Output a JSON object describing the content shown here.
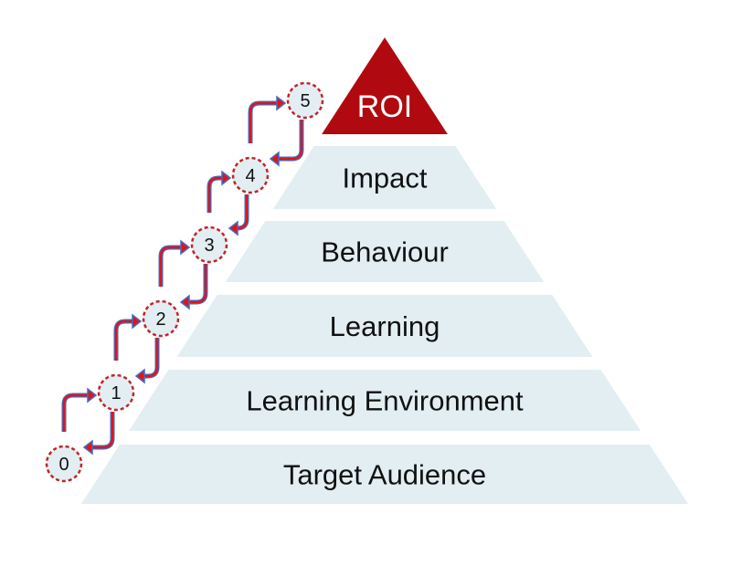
{
  "diagram": {
    "top": {
      "label": "ROI",
      "color": "#b00a10"
    },
    "tiers": [
      {
        "label": "Impact"
      },
      {
        "label": "Behaviour"
      },
      {
        "label": "Learning"
      },
      {
        "label": "Learning Environment"
      },
      {
        "label": "Target Audience"
      }
    ],
    "tier_color": "#e2eef2",
    "steps": [
      "0",
      "1",
      "2",
      "3",
      "4",
      "5"
    ],
    "step_border_color": "#c0252a",
    "arrow_color": "#e0141c",
    "arrow_outline_color": "#3f6fc0"
  }
}
